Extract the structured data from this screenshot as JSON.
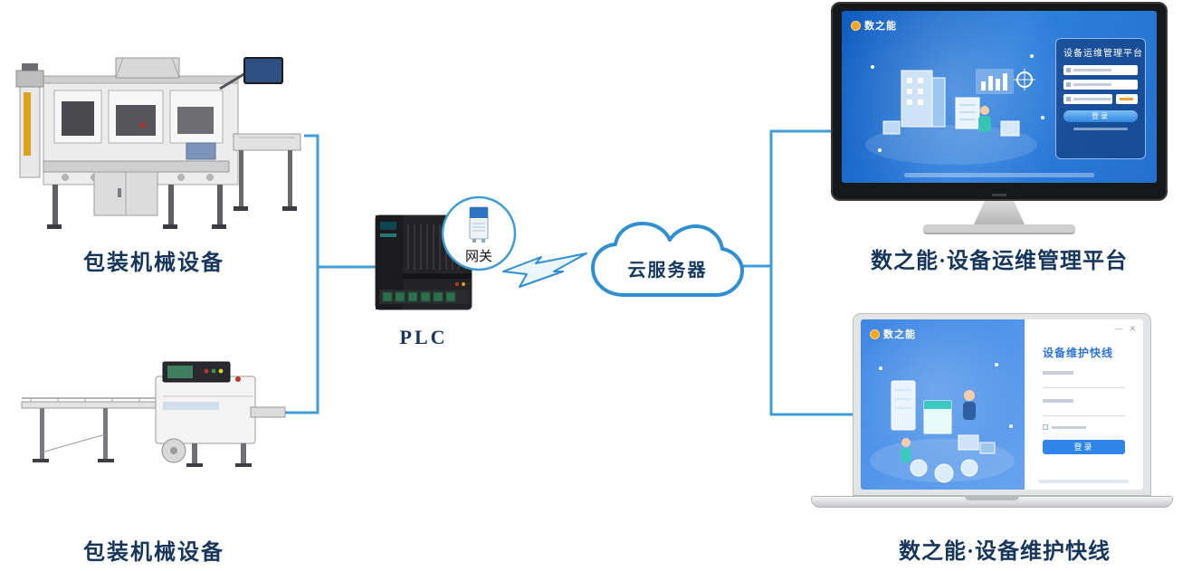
{
  "diagram": {
    "left": {
      "top_machine_label": "包装机械设备",
      "bottom_machine_label": "包装机械设备"
    },
    "plc": {
      "label": "PLC"
    },
    "gateway": {
      "label": "网关"
    },
    "cloud": {
      "label": "云服务器"
    },
    "monitor": {
      "caption": "数之能·设备运维管理平台",
      "screen": {
        "brand": "数之能",
        "login_title": "设备运维管理平台",
        "login_button": "登录"
      }
    },
    "laptop": {
      "caption": "数之能·设备维护快线",
      "screen": {
        "brand": "数之能",
        "login_title": "设备维护快线",
        "login_button": "登录",
        "minimize_glyph": "—",
        "close_glyph": "✕"
      }
    },
    "colors": {
      "connector_blue": "#3f9cd6",
      "caption_navy": "#16365c",
      "screen_blue": "#2e7fdd",
      "brand_orange": "#f5a623"
    }
  }
}
